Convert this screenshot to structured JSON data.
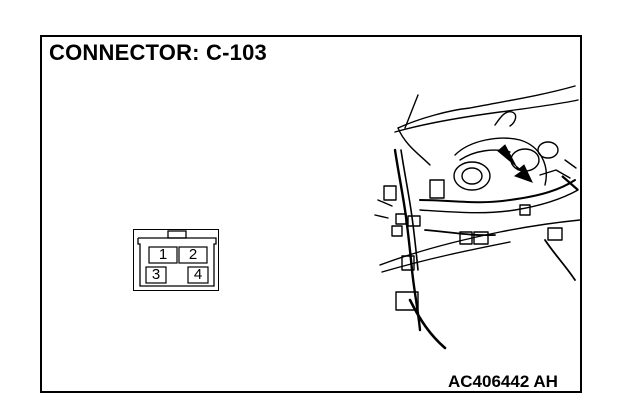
{
  "diagram": {
    "title": "CONNECTOR: C-103",
    "figure_code": "AC406442 AH",
    "connector_pins": [
      "1",
      "2",
      "3",
      "4"
    ]
  }
}
